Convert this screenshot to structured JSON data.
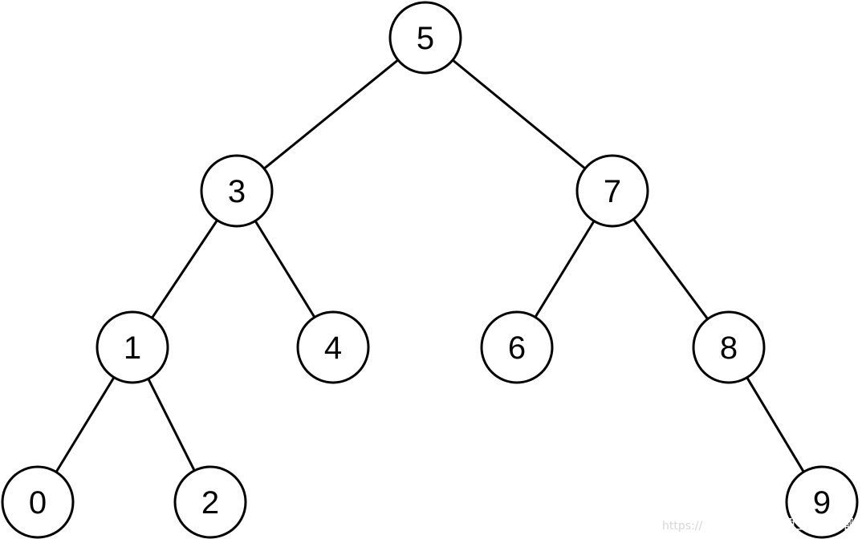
{
  "tree": {
    "nodes": [
      {
        "id": "5",
        "label": "5"
      },
      {
        "id": "3",
        "label": "3"
      },
      {
        "id": "7",
        "label": "7"
      },
      {
        "id": "1",
        "label": "1"
      },
      {
        "id": "4",
        "label": "4"
      },
      {
        "id": "6",
        "label": "6"
      },
      {
        "id": "8",
        "label": "8"
      },
      {
        "id": "0",
        "label": "0"
      },
      {
        "id": "2",
        "label": "2"
      },
      {
        "id": "9",
        "label": "9"
      }
    ],
    "edges": [
      {
        "from": "5",
        "to": "3"
      },
      {
        "from": "5",
        "to": "7"
      },
      {
        "from": "3",
        "to": "1"
      },
      {
        "from": "3",
        "to": "4"
      },
      {
        "from": "7",
        "to": "6"
      },
      {
        "from": "7",
        "to": "8"
      },
      {
        "from": "1",
        "to": "0"
      },
      {
        "from": "1",
        "to": "2"
      },
      {
        "from": "8",
        "to": "9"
      }
    ],
    "colors": {
      "stroke": "#000000",
      "fill": "#ffffff",
      "text": "#000000",
      "background": "#ffffff"
    }
  },
  "watermark": {
    "url": "https://",
    "text": "CSDN @摸鱼王胖嘟嘟"
  }
}
